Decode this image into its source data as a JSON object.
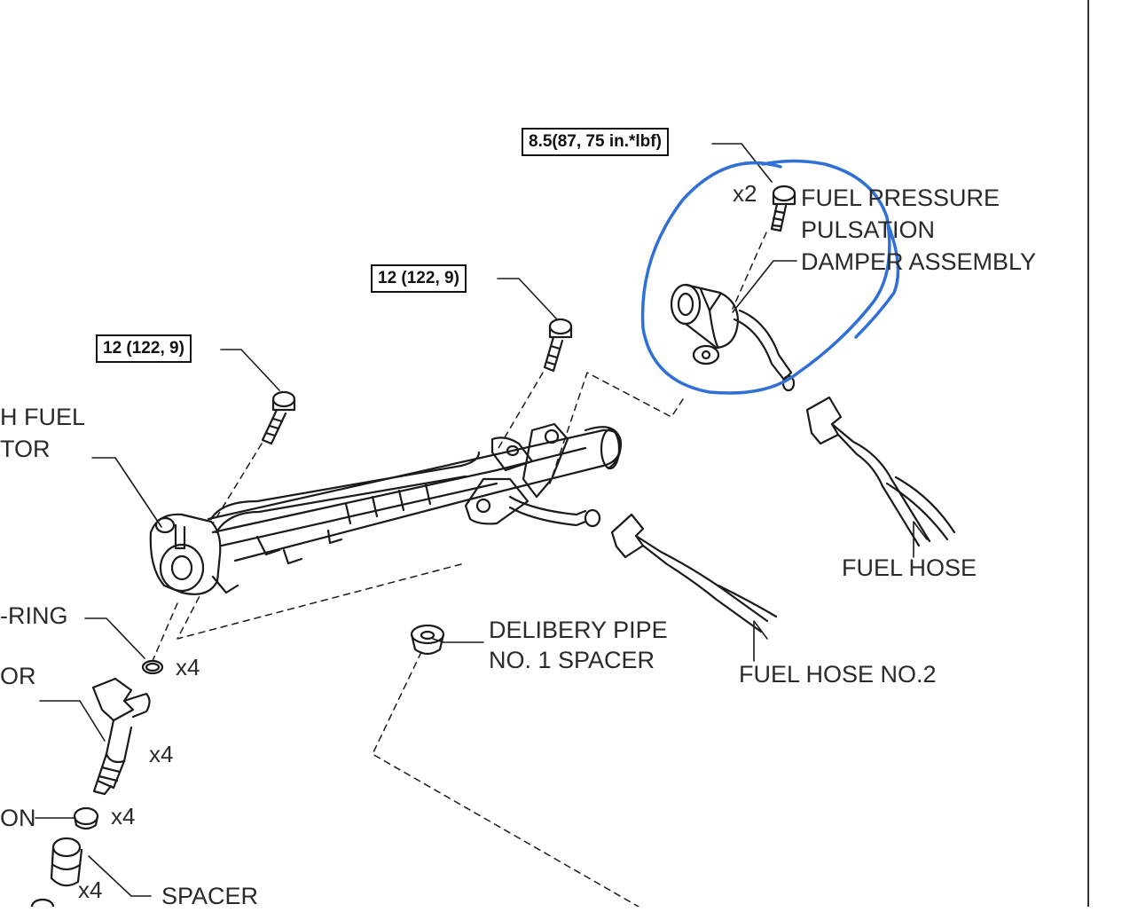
{
  "torque_specs": {
    "damper_bolt": "8.5(87, 75 in.*lbf)",
    "rail_bolt_center": "12 (122, 9)",
    "rail_bolt_left": "12 (122, 9)"
  },
  "labels": {
    "damper_line1": "FUEL PRESSURE",
    "damper_line2": "PULSATION",
    "damper_line3": "DAMPER ASSEMBLY",
    "fuel_hose": "FUEL HOSE",
    "fuel_hose_no2": "FUEL HOSE NO.2",
    "spacer_line1": "DELIBERY PIPE",
    "spacer_line2": "NO. 1 SPACER",
    "left_fuel_line1": "H FUEL",
    "left_fuel_line2": "TOR",
    "left_oring": "-RING",
    "left_injector": "OR",
    "left_cushion": "ON",
    "spacer_bottom": "SPACER"
  },
  "quantities": {
    "damper_bolts": "x2",
    "o_ring": "x4",
    "injector": "x4",
    "cushion": "x4",
    "spacer": "x4"
  },
  "colors": {
    "annotation_circle": "#2f6fd6",
    "line_art": "#1a1a1a"
  }
}
